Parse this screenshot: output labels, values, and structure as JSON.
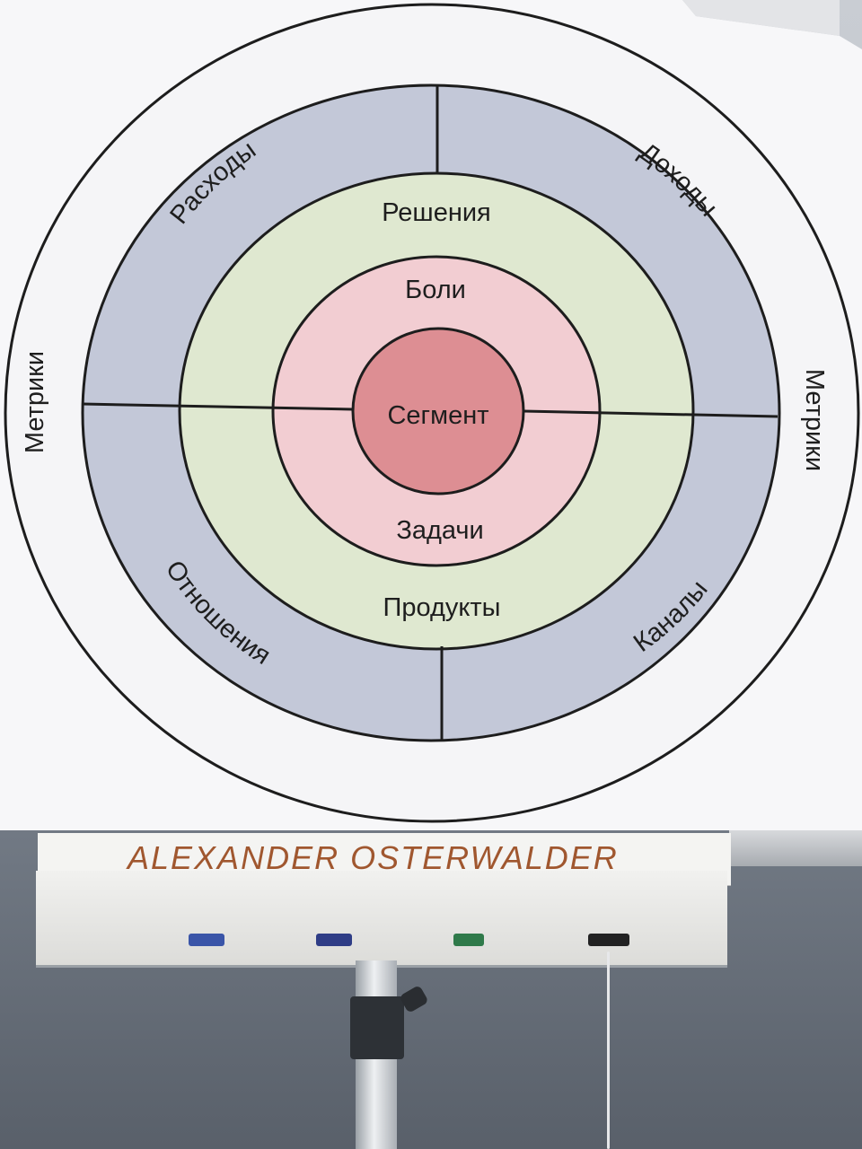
{
  "diagram": {
    "outer_ring": {
      "left": "Метрики",
      "right": "Метрики"
    },
    "blue_ring": {
      "top_left": "Расходы",
      "top_right": "Доходы",
      "bottom_left": "Отношения",
      "bottom_right": "Каналы"
    },
    "green_ring": {
      "top": "Решения",
      "bottom": "Продукты"
    },
    "pink_ring": {
      "top": "Боли",
      "bottom": "Задачи"
    },
    "center": "Сегмент"
  },
  "handwritten_name": "ALEXANDER OSTERWALDER",
  "colors": {
    "outer_ring": "#f5f5f7",
    "blue_ring": "#c3c8d8",
    "green_ring": "#dfe8d0",
    "pink_ring": "#f2cdd2",
    "center": "#dd8e93",
    "handwriting": "#a0572f"
  }
}
